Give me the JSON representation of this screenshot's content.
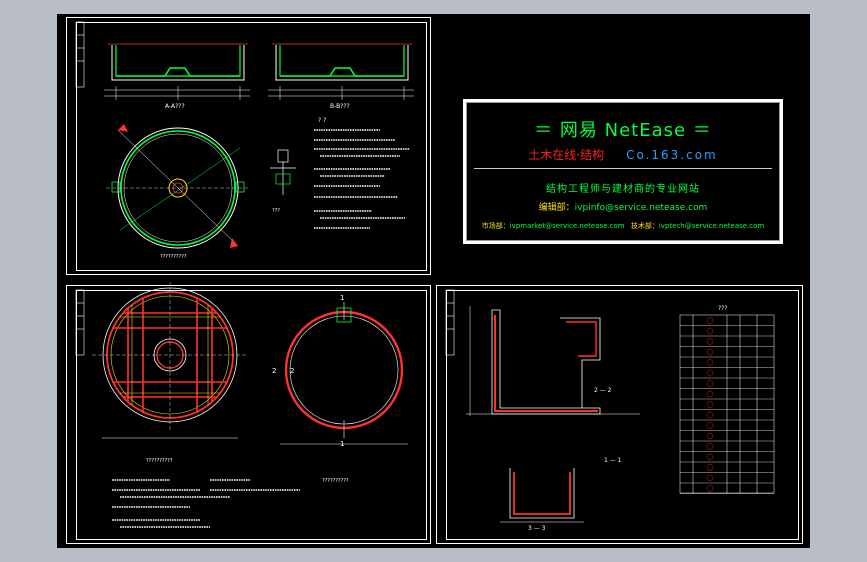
{
  "viewer": {
    "background": "#b9bec6",
    "canvas_color": "#000000"
  },
  "banner": {
    "title": "＝  网易 NetEase  ＝",
    "sub_left": "土木在线·结构",
    "sub_right": "Co.163.com",
    "slogan": "结构工程师与建材商的专业网站",
    "email_label": "编辑部：",
    "email_value": "ivpinfo@service.netease.com",
    "market_label": "市场部：",
    "market_value": "ivpmarket@service.netease.com",
    "tech_label": "技术部：",
    "tech_value": "ivptech@service.netease.com"
  },
  "drawing_labels": {
    "section_a": "A-A???",
    "section_b": "B-B???",
    "plan_caption": "??????????",
    "detail_caption": "???",
    "notes_title": "? ?",
    "mat_label_1": "1",
    "mat_label_2": "2",
    "sec_11": "1 — 1",
    "sec_22": "2 — 2",
    "sec_33": "3 — 3",
    "table_title": "???"
  },
  "colors": {
    "green": "#00ff3c",
    "red": "#ff2020",
    "yellow": "#ffe000",
    "blue": "#28a0ff",
    "white": "#ffffff"
  }
}
